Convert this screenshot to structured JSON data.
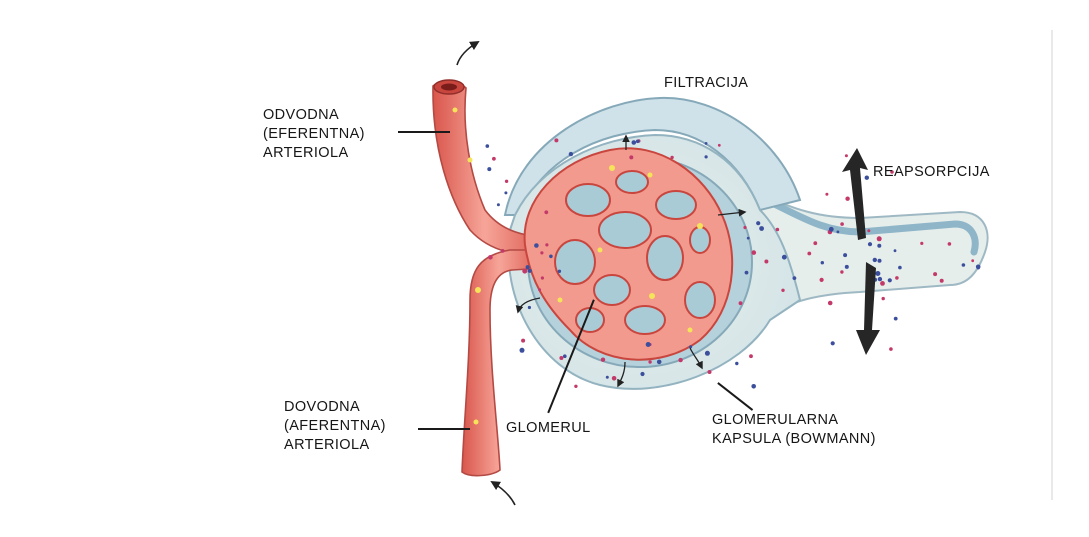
{
  "labels": {
    "efferent": [
      "ODVODNA",
      "(EFERENTNA)",
      "ARTERIOLA"
    ],
    "afferent": [
      "DOVODNA",
      "(AFERENTNA)",
      "ARTERIOLA"
    ],
    "filtration": "FILTRACIJA",
    "reabsorption": "REAPSORPCIJA",
    "glomerulus": "GLOMERUL",
    "capsule": [
      "GLOMERULARNA",
      "KAPSULA (BOWMANN)"
    ]
  },
  "colors": {
    "vessel": "#ef8c80",
    "vessel_dark": "#c9463f",
    "capsule_outer": "#cfe2ea",
    "capsule_inner": "#aacbd6",
    "tubule": "#dfe8e6",
    "particle_red": "#c33a6a",
    "particle_blue": "#3b4f9c",
    "particle_yellow": "#f5e45a",
    "arrow": "#222222"
  }
}
